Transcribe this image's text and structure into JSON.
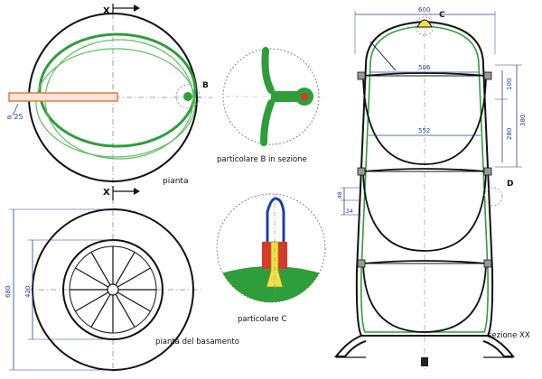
{
  "labels": {
    "axis_x_top": "X",
    "axis_x_bottom": "X",
    "detail_b_marker": "B",
    "detail_c_marker": "C",
    "detail_d_marker": "D",
    "pipe_diameter": "⌀ 25",
    "plan_caption": "pianta",
    "detail_b_caption": "particolare B in sezione",
    "base_plan_caption": "pianta del basamento",
    "detail_c_caption": "particolare C",
    "section_caption": "sezione XX"
  },
  "dimensions": {
    "overall_width": "600",
    "inner_width_top": "506",
    "bowl_width": "552",
    "top_gap": "100",
    "tier_height": "380",
    "bowl_depth": "280",
    "ring_a": "48",
    "ring_b": "34",
    "base_outer": "680",
    "base_inner": "420"
  },
  "colors": {
    "line": "#111111",
    "green": "#2e9e3a",
    "dim": "#2b3f8f",
    "pipe": "#e07a4a",
    "red": "#d8392b",
    "yellow": "#f2e04a",
    "blue": "#1f3fa8"
  }
}
